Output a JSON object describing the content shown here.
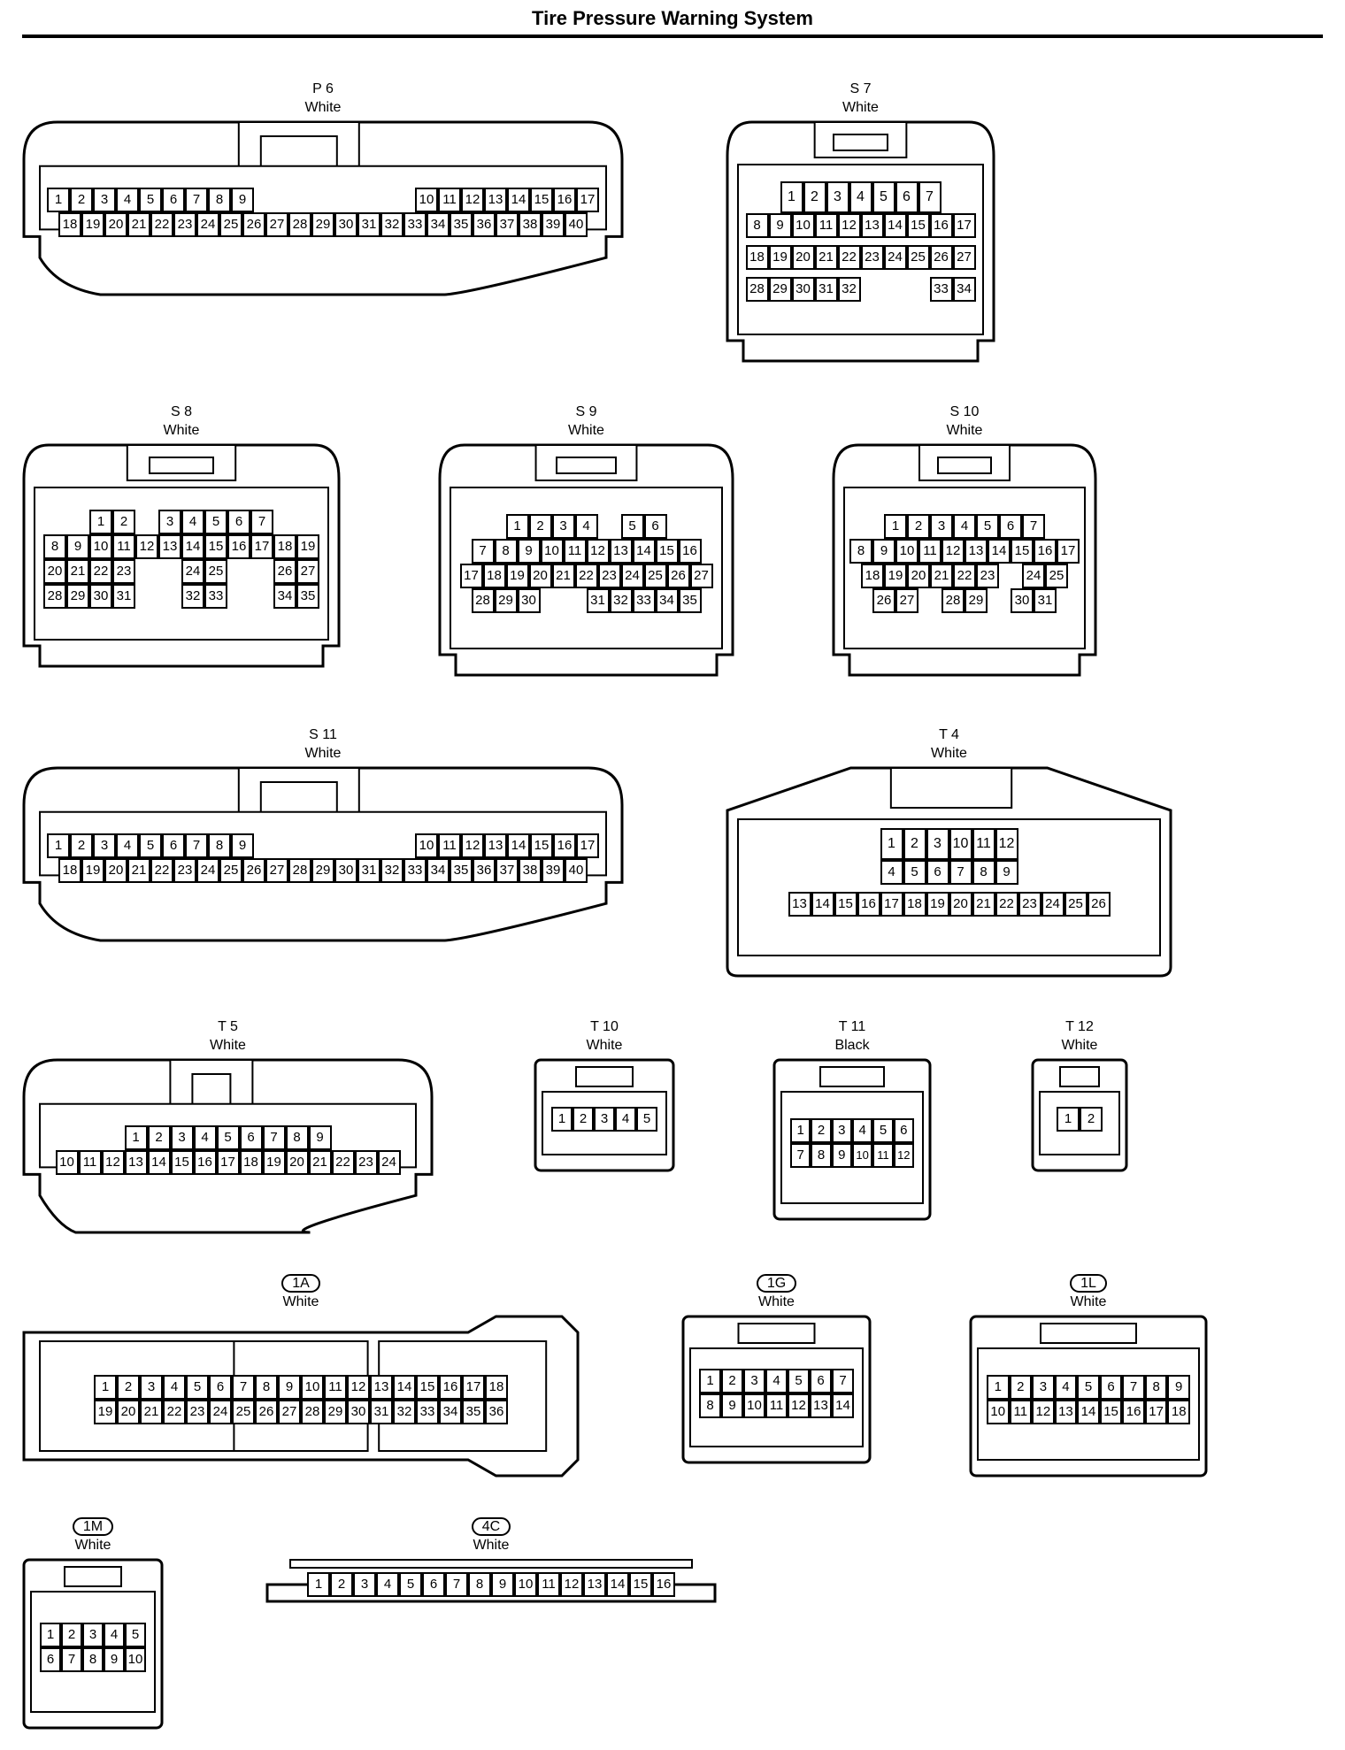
{
  "title": "Tire Pressure Warning System",
  "connectors": [
    {
      "id": "P6",
      "code": "P 6",
      "boxed": false,
      "color": "White",
      "rows": [
        [
          "1",
          "2",
          "3",
          "4",
          "5",
          "6",
          "7",
          "8",
          "9",
          "",
          "",
          "",
          "",
          "",
          "",
          "",
          "10",
          "11",
          "12",
          "13",
          "14",
          "15",
          "16",
          "17"
        ],
        [
          "18",
          "19",
          "20",
          "21",
          "22",
          "23",
          "24",
          "25",
          "26",
          "27",
          "28",
          "29",
          "30",
          "31",
          "32",
          "33",
          "34",
          "35",
          "36",
          "37",
          "38",
          "39",
          "40"
        ]
      ]
    },
    {
      "id": "S7",
      "code": "S 7",
      "boxed": false,
      "color": "White",
      "rows": [
        [
          "1",
          "2",
          "3",
          "4",
          "5",
          "6",
          "7"
        ],
        [
          "8",
          "9",
          "10",
          "11",
          "12",
          "13",
          "14",
          "15",
          "16",
          "17"
        ],
        [
          "18",
          "19",
          "20",
          "21",
          "22",
          "23",
          "24",
          "25",
          "26",
          "27"
        ],
        [
          "28",
          "29",
          "30",
          "31",
          "32",
          "",
          "",
          "",
          "33",
          "34"
        ]
      ]
    },
    {
      "id": "S8",
      "code": "S 8",
      "boxed": false,
      "color": "White",
      "rows": [
        [
          "1",
          "2",
          "",
          "3",
          "4",
          "5",
          "6",
          "7"
        ],
        [
          "8",
          "9",
          "10",
          "11",
          "12",
          "13",
          "14",
          "15",
          "16",
          "17",
          "18",
          "19"
        ],
        [
          "20",
          "21",
          "22",
          "23",
          "",
          "",
          "24",
          "25",
          "",
          "",
          "26",
          "27"
        ],
        [
          "28",
          "29",
          "30",
          "31",
          "",
          "",
          "32",
          "33",
          "",
          "",
          "34",
          "35"
        ]
      ]
    },
    {
      "id": "S9",
      "code": "S 9",
      "boxed": false,
      "color": "White",
      "rows": [
        [
          "1",
          "2",
          "3",
          "4",
          "",
          "5",
          "6"
        ],
        [
          "7",
          "8",
          "9",
          "10",
          "11",
          "12",
          "13",
          "14",
          "15",
          "16"
        ],
        [
          "17",
          "18",
          "19",
          "20",
          "21",
          "22",
          "23",
          "24",
          "25",
          "26",
          "27"
        ],
        [
          "28",
          "29",
          "30",
          "",
          "",
          "31",
          "32",
          "33",
          "34",
          "35"
        ]
      ]
    },
    {
      "id": "S10",
      "code": "S 10",
      "boxed": false,
      "color": "White",
      "rows": [
        [
          "1",
          "2",
          "3",
          "4",
          "5",
          "6",
          "7"
        ],
        [
          "8",
          "9",
          "10",
          "11",
          "12",
          "13",
          "14",
          "15",
          "16",
          "17"
        ],
        [
          "18",
          "19",
          "20",
          "21",
          "22",
          "23",
          "",
          "24",
          "25"
        ],
        [
          "26",
          "27",
          "",
          "28",
          "29",
          "",
          "30",
          "31"
        ]
      ]
    },
    {
      "id": "S11",
      "code": "S 11",
      "boxed": false,
      "color": "White",
      "rows": [
        [
          "1",
          "2",
          "3",
          "4",
          "5",
          "6",
          "7",
          "8",
          "9",
          "",
          "",
          "",
          "",
          "",
          "",
          "",
          "10",
          "11",
          "12",
          "13",
          "14",
          "15",
          "16",
          "17"
        ],
        [
          "18",
          "19",
          "20",
          "21",
          "22",
          "23",
          "24",
          "25",
          "26",
          "27",
          "28",
          "29",
          "30",
          "31",
          "32",
          "33",
          "34",
          "35",
          "36",
          "37",
          "38",
          "39",
          "40"
        ]
      ]
    },
    {
      "id": "T4",
      "code": "T 4",
      "boxed": false,
      "color": "White",
      "rows": [
        [
          "1",
          "2",
          "3",
          "10",
          "11",
          "12"
        ],
        [
          "4",
          "5",
          "6",
          "7",
          "8",
          "9"
        ],
        [
          "13",
          "14",
          "15",
          "16",
          "17",
          "18",
          "19",
          "20",
          "21",
          "22",
          "23",
          "24",
          "25",
          "26"
        ]
      ]
    },
    {
      "id": "T5",
      "code": "T 5",
      "boxed": false,
      "color": "White",
      "rows": [
        [
          "1",
          "2",
          "3",
          "4",
          "5",
          "6",
          "7",
          "8",
          "9"
        ],
        [
          "10",
          "11",
          "12",
          "13",
          "14",
          "15",
          "16",
          "17",
          "18",
          "19",
          "20",
          "21",
          "22",
          "23",
          "24"
        ]
      ]
    },
    {
      "id": "T10",
      "code": "T 10",
      "boxed": false,
      "color": "White",
      "rows": [
        [
          "1",
          "2",
          "3",
          "4",
          "5"
        ]
      ]
    },
    {
      "id": "T11",
      "code": "T 11",
      "boxed": false,
      "color": "Black",
      "rows": [
        [
          "1",
          "2",
          "3",
          "4",
          "5",
          "6"
        ],
        [
          "7",
          "8",
          "9",
          "10",
          "11",
          "12"
        ]
      ]
    },
    {
      "id": "T12",
      "code": "T 12",
      "boxed": false,
      "color": "White",
      "rows": [
        [
          "1",
          "2"
        ]
      ]
    },
    {
      "id": "1A",
      "code": "1A",
      "boxed": true,
      "color": "White",
      "rows": [
        [
          "1",
          "2",
          "3",
          "4",
          "5",
          "6",
          "7",
          "8",
          "9",
          "10",
          "11",
          "12",
          "13",
          "14",
          "15",
          "16",
          "17",
          "18"
        ],
        [
          "19",
          "20",
          "21",
          "22",
          "23",
          "24",
          "25",
          "26",
          "27",
          "28",
          "29",
          "30",
          "31",
          "32",
          "33",
          "34",
          "35",
          "36"
        ]
      ]
    },
    {
      "id": "1G",
      "code": "1G",
      "boxed": true,
      "color": "White",
      "rows": [
        [
          "1",
          "2",
          "3",
          "4",
          "5",
          "6",
          "7"
        ],
        [
          "8",
          "9",
          "10",
          "11",
          "12",
          "13",
          "14"
        ]
      ]
    },
    {
      "id": "1L",
      "code": "1L",
      "boxed": true,
      "color": "White",
      "rows": [
        [
          "1",
          "2",
          "3",
          "4",
          "5",
          "6",
          "7",
          "8",
          "9"
        ],
        [
          "10",
          "11",
          "12",
          "13",
          "14",
          "15",
          "16",
          "17",
          "18"
        ]
      ]
    },
    {
      "id": "1M",
      "code": "1M",
      "boxed": true,
      "color": "White",
      "rows": [
        [
          "1",
          "2",
          "3",
          "4",
          "5"
        ],
        [
          "6",
          "7",
          "8",
          "9",
          "10"
        ]
      ]
    },
    {
      "id": "4C",
      "code": "4C",
      "boxed": true,
      "color": "White",
      "rows": [
        [
          "1",
          "2",
          "3",
          "4",
          "5",
          "6",
          "7",
          "8",
          "9",
          "10",
          "11",
          "12",
          "13",
          "14",
          "15",
          "16"
        ]
      ]
    }
  ]
}
